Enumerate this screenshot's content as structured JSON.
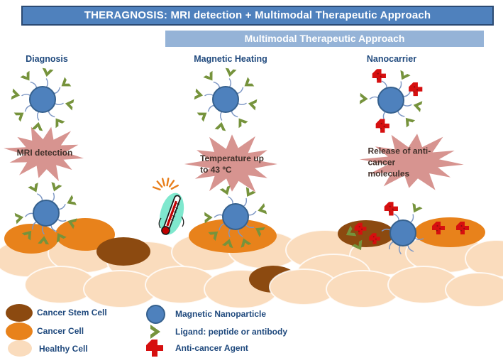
{
  "title": "THERAGNOSIS: MRI detection + Multimodal Therapeutic Approach",
  "subheader": "Multimodal Therapeutic Approach",
  "columns": [
    {
      "label": "Diagnosis"
    },
    {
      "label": "Magnetic Heating"
    },
    {
      "label": "Nanocarrier"
    }
  ],
  "callouts": [
    {
      "label": "MRI detection"
    },
    {
      "label": "Temperature up\nto 43 ºC"
    },
    {
      "label": "Release of anti-cancer\nmolecules"
    }
  ],
  "legend": {
    "left": [
      {
        "label": "Cancer Stem Cell",
        "swatch": "brown-ellipse"
      },
      {
        "label": "Cancer Cell",
        "swatch": "orange-ellipse"
      },
      {
        "label": "Healthy Cell",
        "swatch": "cream-ellipse"
      }
    ],
    "right": [
      {
        "label": "Magnetic Nanoparticle",
        "swatch": "blue-circle"
      },
      {
        "label": "Ligand: peptide or antibody",
        "swatch": "green-chevron"
      },
      {
        "label": "Anti-cancer Agent",
        "swatch": "red-cross"
      }
    ]
  },
  "icons": {
    "thermometer": "thermometer-heat-clipart",
    "burst": "explosion-starburst"
  },
  "colors": {
    "title_bar_bg": "#4F81BD",
    "title_bar_border": "#2B4A73",
    "sub_bar_bg": "#95B3D7",
    "banner_text": "#FFFFFF",
    "header_text": "#1F497D",
    "callout_bg": "#D79490",
    "callout_text": "#40302A",
    "nanoparticle": "#4E81BD",
    "nanoparticle_edge": "#36618E",
    "tentacle": "#7C96C4",
    "ligand": "#76933C",
    "anti_cancer": "#D60F0F",
    "anti_cancer_dark": "#8E0E12",
    "cancer_cell": "#E8821B",
    "stem_cell": "#8C4A10",
    "healthy_cell": "#FADCBD",
    "healthy_cell_edge": "#FFFFFF",
    "thermo_bg": "#7FE8CE",
    "thermo_ray": "#E87E1A"
  }
}
